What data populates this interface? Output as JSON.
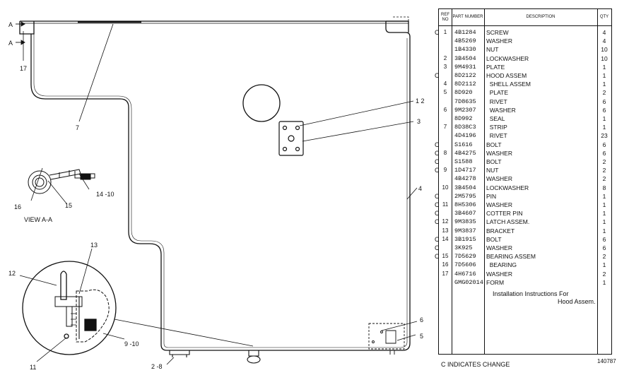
{
  "drawing": {
    "labels": {
      "l_1_2": "1 2",
      "l_3": "3",
      "l_4": "4",
      "l_5": "5",
      "l_6": "6",
      "l_7": "7",
      "l_9_10": "9 -10",
      "l_11": "11",
      "l_12": "12",
      "l_13": "13",
      "l_14_10": "14 -10",
      "l_15": "15",
      "l_16": "16",
      "l_17": "17",
      "l_2_8": "2 -8",
      "l_a1": "A",
      "l_a2": "A"
    },
    "view_caption": "VIEW A-A"
  },
  "parts_table": {
    "headers": {
      "ref": "REF NO",
      "part": "PART NUMBER",
      "desc": "DESCRIPTION",
      "qty": "QTY"
    },
    "rows": [
      {
        "c": "C",
        "ref": "1",
        "pn": "4B1284",
        "desc": "SCREW",
        "qty": "4"
      },
      {
        "c": "",
        "ref": "",
        "pn": "4B5269",
        "desc": "WASHER",
        "qty": "4"
      },
      {
        "c": "",
        "ref": "",
        "pn": "1B4330",
        "desc": "NUT",
        "qty": "10"
      },
      {
        "c": "",
        "ref": "2",
        "pn": "3B4504",
        "desc": "LOCKWASHER",
        "qty": "10"
      },
      {
        "c": "",
        "ref": "3",
        "pn": "9M4931",
        "desc": "PLATE",
        "qty": "1"
      },
      {
        "c": "C",
        "ref": "",
        "pn": "8D2122",
        "desc": "HOOD ASSEM",
        "qty": "1"
      },
      {
        "c": "",
        "ref": "4",
        "pn": "8D2112",
        "desc": "  SHELL ASSEM",
        "qty": "1"
      },
      {
        "c": "",
        "ref": "5",
        "pn": "8D920",
        "desc": "  PLATE",
        "qty": "2"
      },
      {
        "c": "",
        "ref": "",
        "pn": "7D8635",
        "desc": "  RIVET",
        "qty": "6"
      },
      {
        "c": "",
        "ref": "6",
        "pn": "9M2307",
        "desc": "  WASHER",
        "qty": "6"
      },
      {
        "c": "",
        "ref": "",
        "pn": "8D992",
        "desc": "  SEAL",
        "qty": "1"
      },
      {
        "c": "",
        "ref": "7",
        "pn": "8D38C3",
        "desc": "  STRIP",
        "qty": "1"
      },
      {
        "c": "",
        "ref": "",
        "pn": "4D4196",
        "desc": "  RIVET",
        "qty": "23"
      },
      {
        "c": "C",
        "ref": "",
        "pn": "S1616",
        "desc": "BOLT",
        "qty": "6"
      },
      {
        "c": "C",
        "ref": "8",
        "pn": "4B4275",
        "desc": "WASHER",
        "qty": "6"
      },
      {
        "c": "C",
        "ref": "",
        "pn": "S1588",
        "desc": "BOLT",
        "qty": "2"
      },
      {
        "c": "C",
        "ref": "9",
        "pn": "1D4717",
        "desc": "NUT",
        "qty": "2"
      },
      {
        "c": "",
        "ref": "",
        "pn": "4B4278",
        "desc": "WASHER",
        "qty": "2"
      },
      {
        "c": "",
        "ref": "10",
        "pn": "3B4504",
        "desc": "LOCKWASHER",
        "qty": "8"
      },
      {
        "c": "C",
        "ref": "",
        "pn": "2M5795",
        "desc": "PIN",
        "qty": "1"
      },
      {
        "c": "C",
        "ref": "11",
        "pn": "8H5306",
        "desc": "WASHER",
        "qty": "1"
      },
      {
        "c": "C",
        "ref": "",
        "pn": "3B4607",
        "desc": "COTTER PIN",
        "qty": "1"
      },
      {
        "c": "C",
        "ref": "12",
        "pn": "9M3835",
        "desc": "LATCH ASSEM.",
        "qty": "1"
      },
      {
        "c": "",
        "ref": "13",
        "pn": "9M3837",
        "desc": "BRACKET",
        "qty": "1"
      },
      {
        "c": "C",
        "ref": "14",
        "pn": "3B1915",
        "desc": "BOLT",
        "qty": "6"
      },
      {
        "c": "C",
        "ref": "",
        "pn": "3K925",
        "desc": "WASHER",
        "qty": "6"
      },
      {
        "c": "C",
        "ref": "15",
        "pn": "7D5629",
        "desc": "BEARING ASSEM",
        "qty": "2"
      },
      {
        "c": "",
        "ref": "16",
        "pn": "7D5606",
        "desc": "  BEARING",
        "qty": "1"
      },
      {
        "c": "",
        "ref": "17",
        "pn": "4H6716",
        "desc": "WASHER",
        "qty": "2"
      },
      {
        "c": "",
        "ref": "",
        "pn": "GMG02014",
        "desc": "FORM",
        "qty": "1"
      }
    ],
    "note_line1": "Installation Instructions For",
    "note_line2": "Hood Assem."
  },
  "footer": {
    "change_note": "C INDICATES CHANGE",
    "drawing_number": "140787"
  }
}
